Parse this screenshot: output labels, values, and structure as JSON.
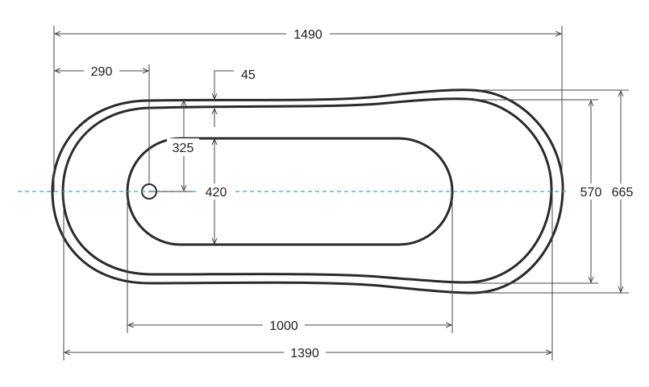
{
  "colors": {
    "outline": "#2a2a2a",
    "dimension_line": "#444444",
    "centerline": "#2aa8c8",
    "text": "#1e1e1e",
    "background": "#ffffff"
  },
  "dimensions": {
    "overall_length": "1490",
    "inner_length": "1390",
    "basin_length": "1000",
    "drain_offset": "290",
    "rim_thickness": "45",
    "rim_to_drain": "325",
    "basin_width": "420",
    "inner_width": "570",
    "overall_width": "665"
  }
}
